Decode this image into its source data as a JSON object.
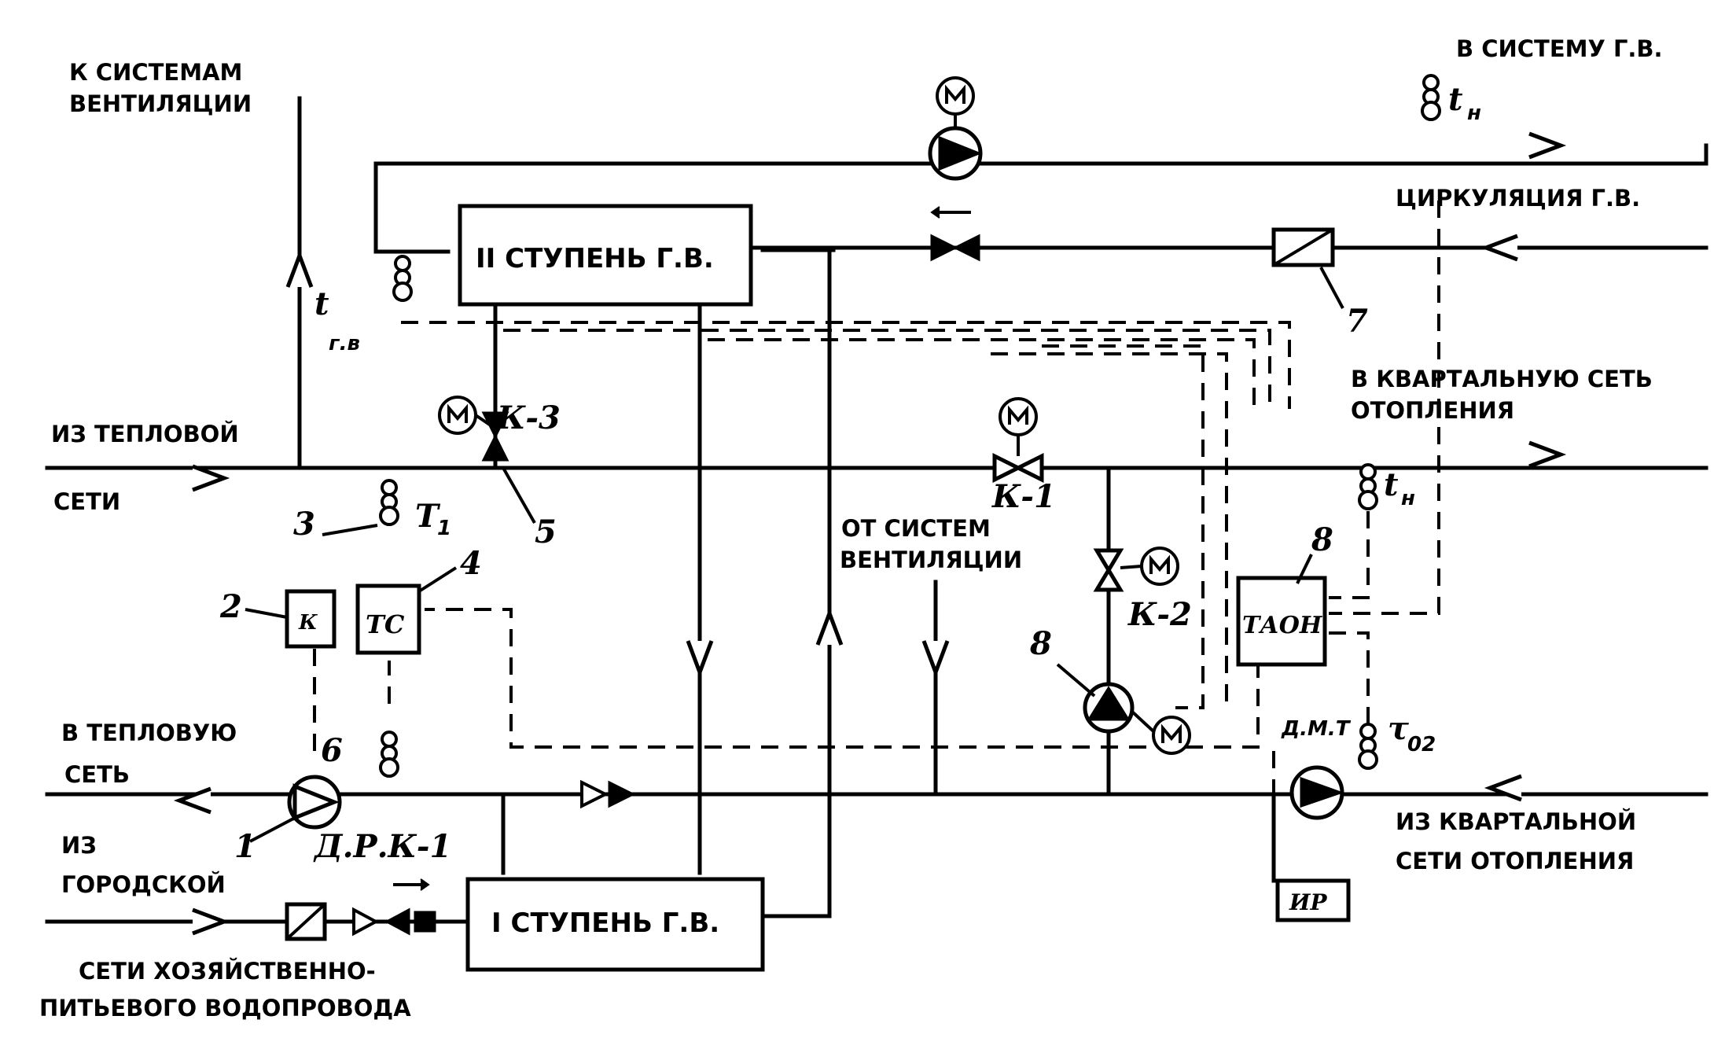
{
  "labels": {
    "to_ventilation_1": "К СИСТЕМАМ",
    "to_ventilation_2": "ВЕНТИЛЯЦИИ",
    "to_hw_system": "В СИСТЕМУ Г.В.",
    "hw_circulation": "ЦИРКУЛЯЦИЯ Г.В.",
    "to_block_heating_1": "В КВАРТАЛЬНУЮ СЕТЬ",
    "to_block_heating_2": "ОТОПЛЕНИЯ",
    "from_heat_net_1": "ИЗ ТЕПЛОВОЙ",
    "from_heat_net_2": "СЕТИ",
    "from_ventilation_1": "ОТ СИСТЕМ",
    "from_ventilation_2": "ВЕНТИЛЯЦИИ",
    "to_heat_net_1": "В ТЕПЛОВУЮ",
    "to_heat_net_2": "СЕТЬ",
    "from_city_1": "ИЗ",
    "from_city_2": "ГОРОДСКОЙ",
    "water_main_1": "СЕТИ ХОЗЯЙСТВЕННО-",
    "water_main_2": "ПИТЬЕВОГО ВОДОПРОВОДА",
    "from_block_heating_1": "ИЗ КВАРТАЛЬНОЙ",
    "from_block_heating_2": "СЕТИ ОТОПЛЕНИЯ"
  },
  "units": {
    "stage2": "II СТУПЕНЬ Г.В.",
    "stage1": "I СТУПЕНЬ Г.В.",
    "tc": "ТС",
    "taon": "ТАОН",
    "box2": "К",
    "ir": "ИР"
  },
  "tags": {
    "k1": "К-1",
    "k2": "К-2",
    "k3": "К-3",
    "drk1": "Д.Р.К-1",
    "dmt": "Д.М.Т",
    "t_gv": "t",
    "t_gv_sub": "г.в",
    "t_h": "t",
    "t_h_sub": "н",
    "t1": "Т",
    "t1_sub": "1",
    "t_n": "t",
    "t_n_sub": "н",
    "t_02": "τ",
    "t_02_sub": "02",
    "n1": "1",
    "n2": "2",
    "n3": "3",
    "n4": "4",
    "n5": "5",
    "n6": "6",
    "n7": "7",
    "n8": "8",
    "n8b": "8",
    "motor": "М"
  }
}
